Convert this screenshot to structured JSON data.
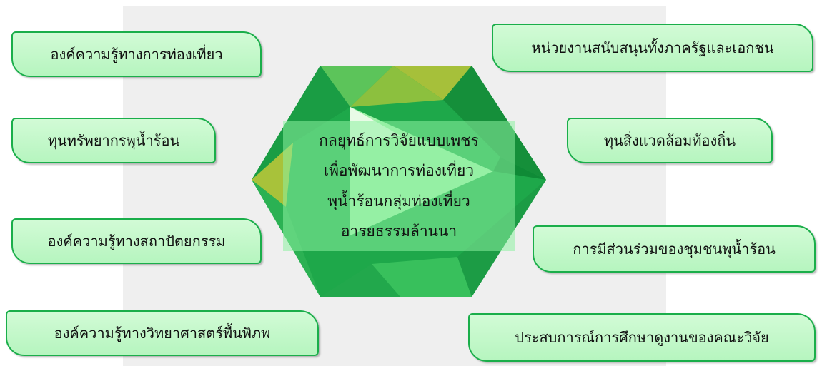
{
  "diagram": {
    "center_lines": [
      "กลยุทธ์การวิจัยแบบเพชร",
      "เพื่อพัฒนาการท่องเที่ยว",
      "พุน้ำร้อนกลุ่มท่องเที่ยว",
      "อารยธรรมล้านนา"
    ],
    "left_tags": [
      "องค์ความรู้ทางการท่องเที่ยว",
      "ทุนทรัพยากรพุน้ำร้อน",
      "องค์ความรู้ทางสถาปัตยกรรม",
      "องค์ความรู้ทางวิทยาศาสตร์พื้นพิภพ"
    ],
    "right_tags": [
      "หน่วยงานสนับสนุนทั้งภาครัฐและเอกชน",
      "ทุนสิ่งแวดล้อมท้องถิ่น",
      "การมีส่วนร่วมของชุมชนพุน้ำร้อน",
      "ประสบการณ์การศึกษาดูงานของคณะวิจัย"
    ],
    "colors": {
      "tag_fill": "#c3f8c9",
      "tag_border": "#1aae4a",
      "gem_dark": "#179a3e",
      "gem_mid": "#22b04d",
      "gem_light": "#8ec43c",
      "gem_bright": "#4fd06a"
    }
  }
}
